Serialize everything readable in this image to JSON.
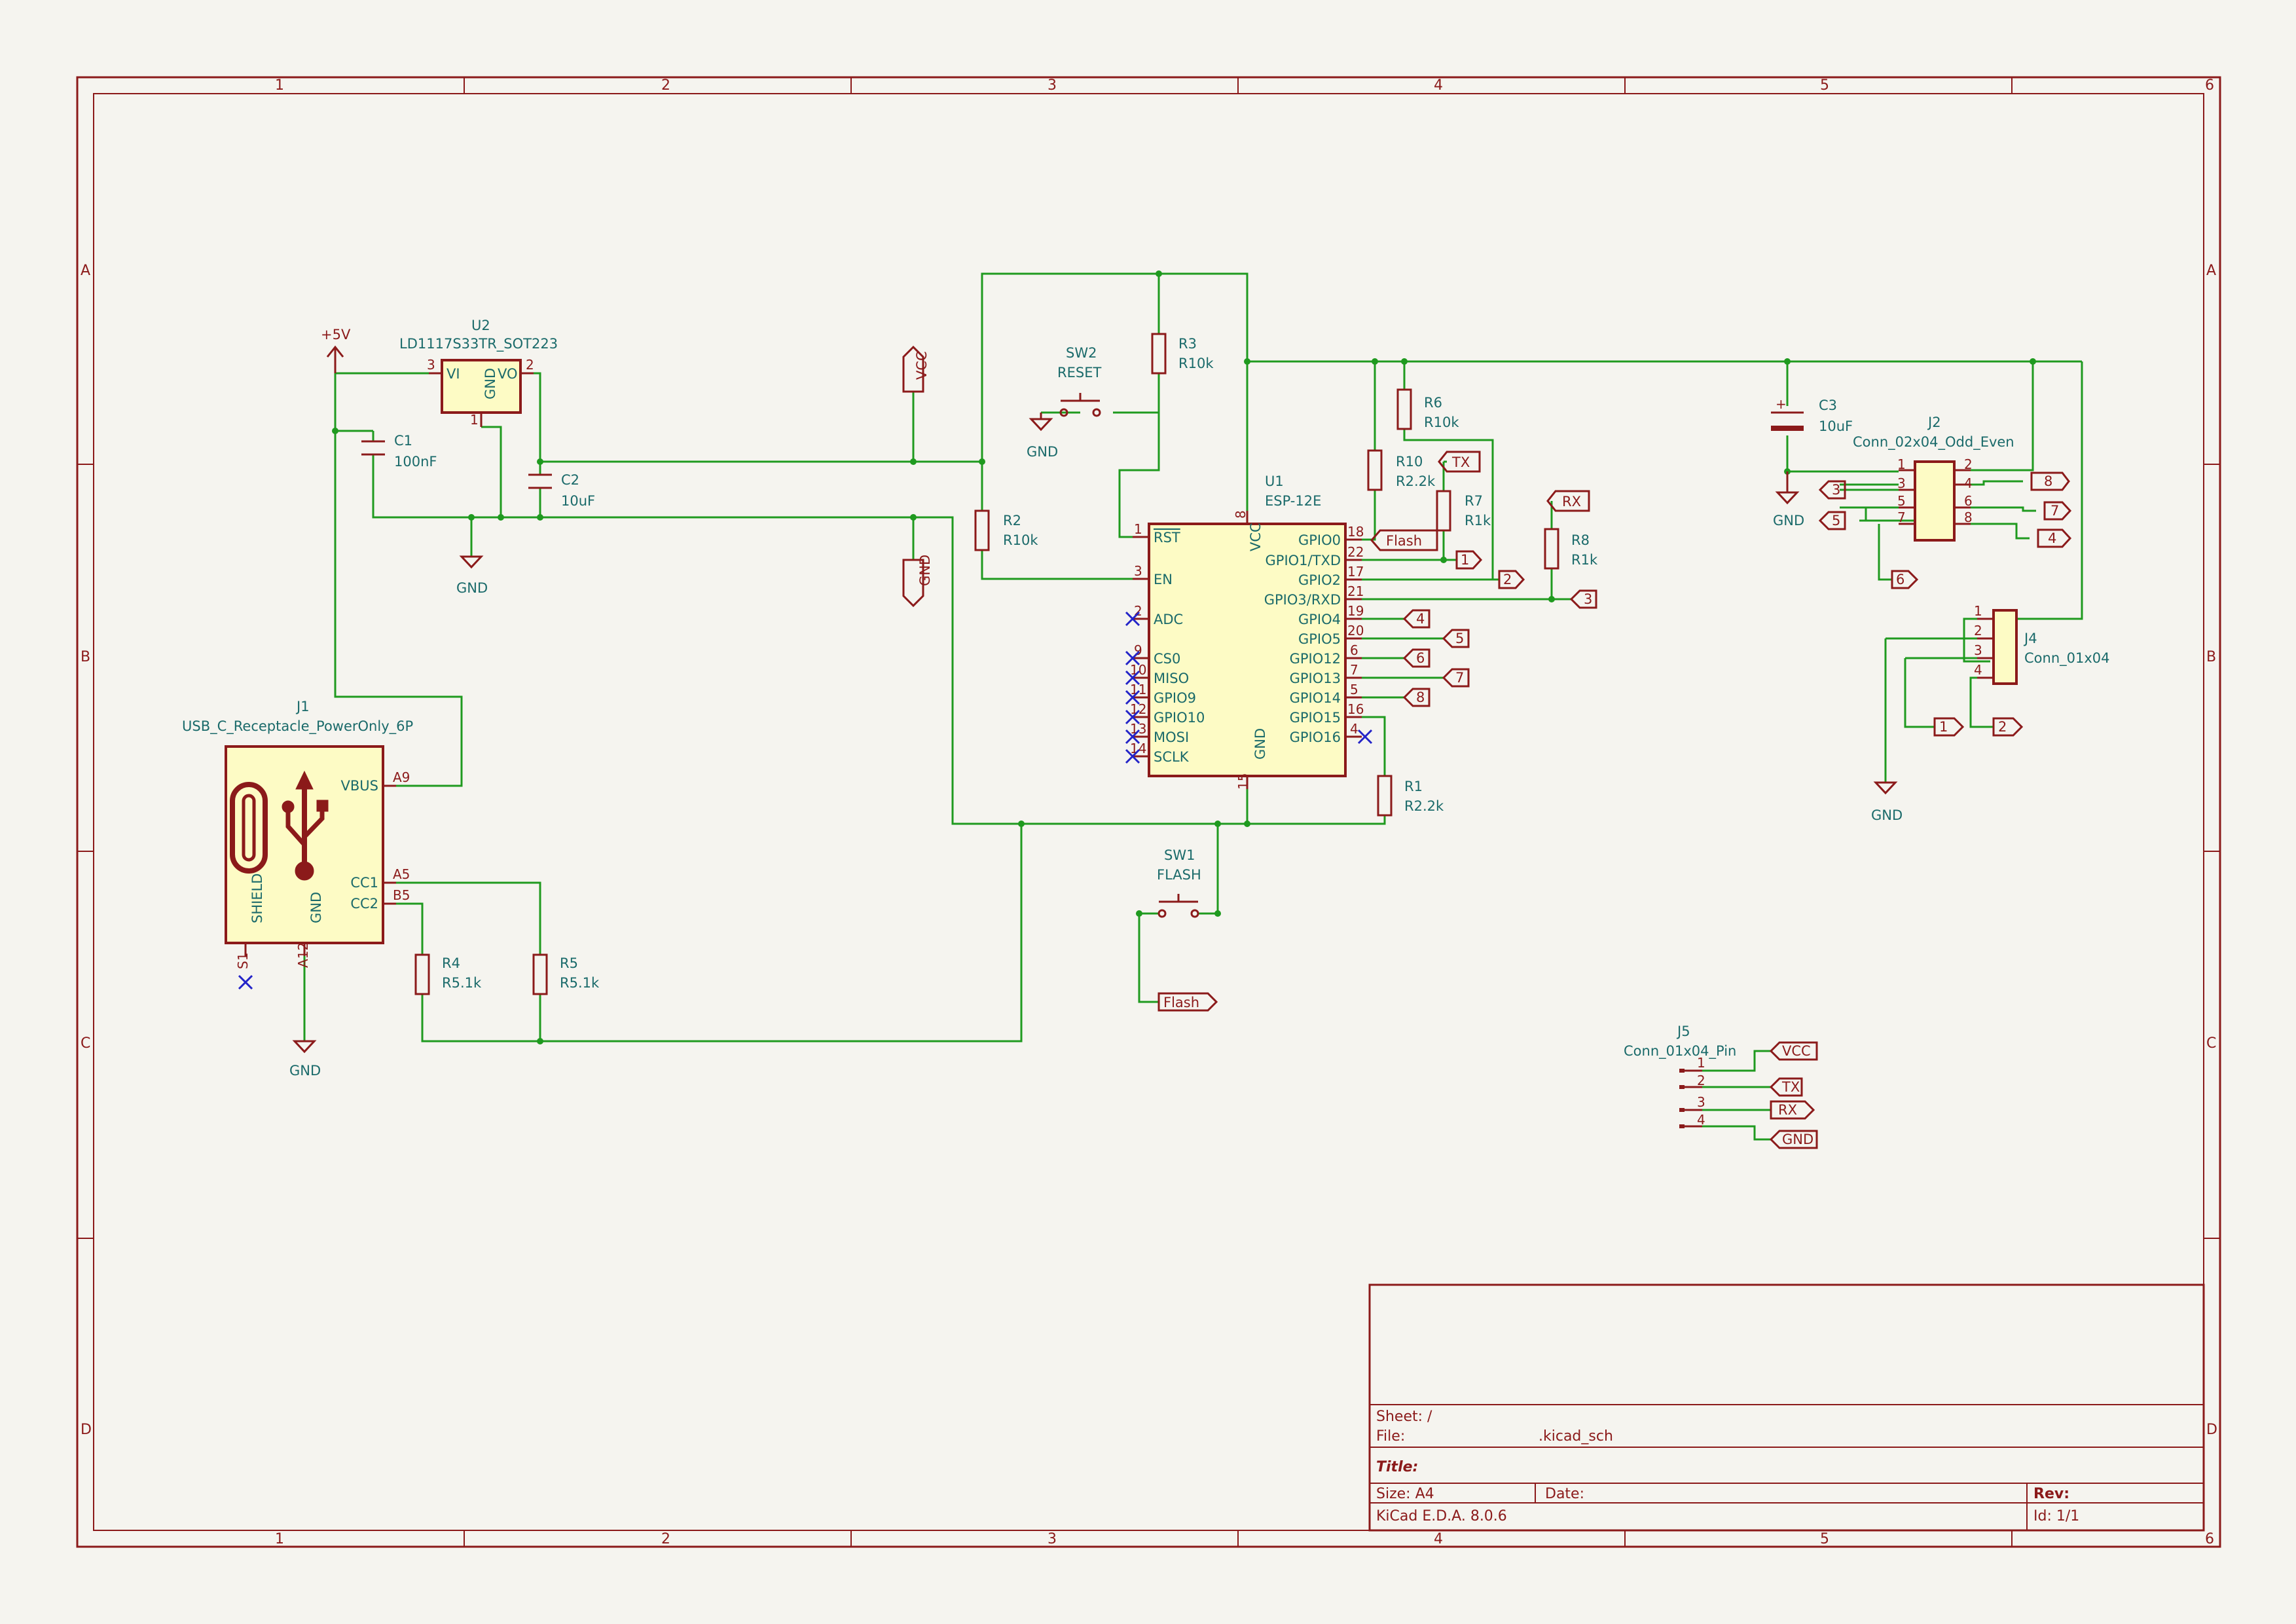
{
  "frame": {
    "columns": [
      "1",
      "2",
      "3",
      "4",
      "5",
      "6"
    ],
    "rows": [
      "A",
      "B",
      "C",
      "D"
    ]
  },
  "title_block": {
    "sheet": "Sheet: /",
    "file_label": "File:",
    "file_value": ".kicad_sch",
    "title": "Title:",
    "size": "Size: A4",
    "date": "Date:",
    "rev": "Rev:",
    "tool": "KiCad E.D.A. 8.0.6",
    "id": "Id: 1/1"
  },
  "power": {
    "plus5v": "+5V",
    "gnd": "GND",
    "vcc": "VCC"
  },
  "u1": {
    "ref": "U1",
    "value": "ESP-12E",
    "left_pins": [
      {
        "num": "1",
        "name": "RST"
      },
      {
        "num": "3",
        "name": "EN"
      },
      {
        "num": "2",
        "name": "ADC"
      },
      {
        "num": "9",
        "name": "CS0"
      },
      {
        "num": "10",
        "name": "MISO"
      },
      {
        "num": "11",
        "name": "GPIO9"
      },
      {
        "num": "12",
        "name": "GPIO10"
      },
      {
        "num": "13",
        "name": "MOSI"
      },
      {
        "num": "14",
        "name": "SCLK"
      }
    ],
    "right_pins": [
      {
        "num": "18",
        "name": "GPIO0"
      },
      {
        "num": "22",
        "name": "GPIO1/TXD"
      },
      {
        "num": "17",
        "name": "GPIO2"
      },
      {
        "num": "21",
        "name": "GPIO3/RXD"
      },
      {
        "num": "19",
        "name": "GPIO4"
      },
      {
        "num": "20",
        "name": "GPIO5"
      },
      {
        "num": "6",
        "name": "GPIO12"
      },
      {
        "num": "7",
        "name": "GPIO13"
      },
      {
        "num": "5",
        "name": "GPIO14"
      },
      {
        "num": "16",
        "name": "GPIO15"
      },
      {
        "num": "4",
        "name": "GPIO16"
      }
    ],
    "vcc_pin": {
      "num": "8",
      "name": "VCC"
    },
    "gnd_pin": {
      "num": "15",
      "name": "GND"
    }
  },
  "u2": {
    "ref": "U2",
    "value": "LD1117S33TR_SOT223",
    "pin3": "3",
    "pin2": "2",
    "pin1": "1",
    "vi": "VI",
    "vo": "VO",
    "gnd": "GND"
  },
  "j1": {
    "ref": "J1",
    "value": "USB_C_Receptacle_PowerOnly_6P",
    "vbus": "VBUS",
    "cc1": "CC1",
    "cc2": "CC2",
    "shield": "SHIELD",
    "gnd": "GND",
    "a9": "A9",
    "a5": "A5",
    "b5": "B5",
    "s1": "S1",
    "a12": "A12"
  },
  "j2": {
    "ref": "J2",
    "value": "Conn_02x04_Odd_Even",
    "pins_left": [
      "1",
      "3",
      "5",
      "7"
    ],
    "pins_right": [
      "2",
      "4",
      "6",
      "8"
    ]
  },
  "j4": {
    "ref": "J4",
    "value": "Conn_01x04",
    "pins": [
      "1",
      "2",
      "3",
      "4"
    ]
  },
  "j5": {
    "ref": "J5",
    "value": "Conn_01x04_Pin",
    "pins": [
      "1",
      "2",
      "3",
      "4"
    ]
  },
  "sw1": {
    "ref": "SW1",
    "value": "FLASH"
  },
  "sw2": {
    "ref": "SW2",
    "value": "RESET"
  },
  "c1": {
    "ref": "C1",
    "value": "100nF"
  },
  "c2": {
    "ref": "C2",
    "value": "10uF"
  },
  "c3": {
    "ref": "C3",
    "value": "10uF",
    "plus": "+"
  },
  "resistors": {
    "r1": {
      "ref": "R1",
      "value": "R2.2k"
    },
    "r2": {
      "ref": "R2",
      "value": "R10k"
    },
    "r3": {
      "ref": "R3",
      "value": "R10k"
    },
    "r4": {
      "ref": "R4",
      "value": "R5.1k"
    },
    "r5": {
      "ref": "R5",
      "value": "R5.1k"
    },
    "r6": {
      "ref": "R6",
      "value": "R10k"
    },
    "r7": {
      "ref": "R7",
      "value": "R1k"
    },
    "r8": {
      "ref": "R8",
      "value": "R1k"
    },
    "r10": {
      "ref": "R10",
      "value": "R2.2k"
    }
  },
  "labels": {
    "flash": "Flash",
    "tx": "TX",
    "rx": "RX",
    "vcc": "VCC",
    "gnd": "GND",
    "n1": "1",
    "n2": "2",
    "n3": "3",
    "n4": "4",
    "n5": "5",
    "n6": "6",
    "n7": "7",
    "n8": "8"
  }
}
